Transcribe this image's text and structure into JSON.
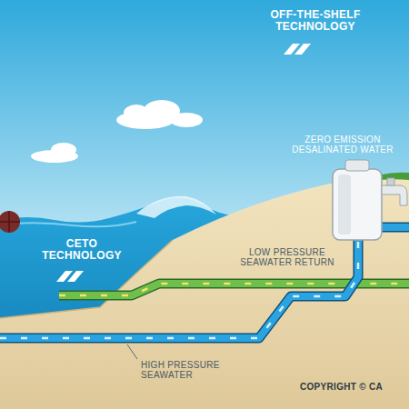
{
  "diagram": {
    "labels": [
      "OFF-THE-SHELF TECHNOLOGY",
      "ZERO EMISSION DESALINATED WATER",
      "CETO TECHNOLOGY",
      "LOW PRESSURE SEAWATER RETURN",
      "HIGH PRESSURE SEAWATER",
      "COPYRIGHT © CA"
    ]
  }
}
